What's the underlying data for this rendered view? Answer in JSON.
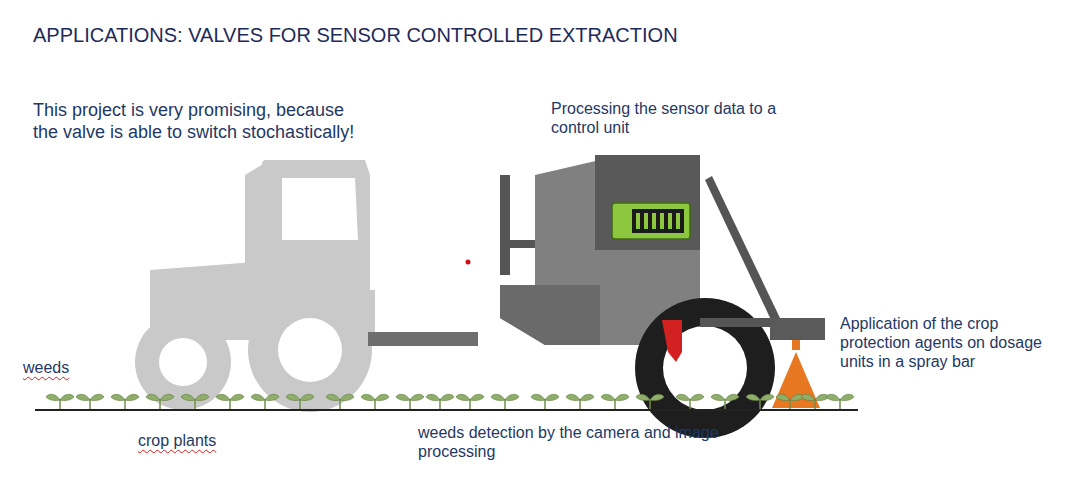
{
  "diagram": {
    "title": "APPLICATIONS: VALVES FOR SENSOR CONTROLLED EXTRACTION",
    "labels": [
      "This project is very promising, because the valve is able to switch stochastically!",
      "Processing the sensor data to a control unit",
      "Application of the crop protection agents on dosage units in a spray bar",
      "weeds",
      "crop plants",
      "weeds detection by the camera and image processing"
    ]
  }
}
